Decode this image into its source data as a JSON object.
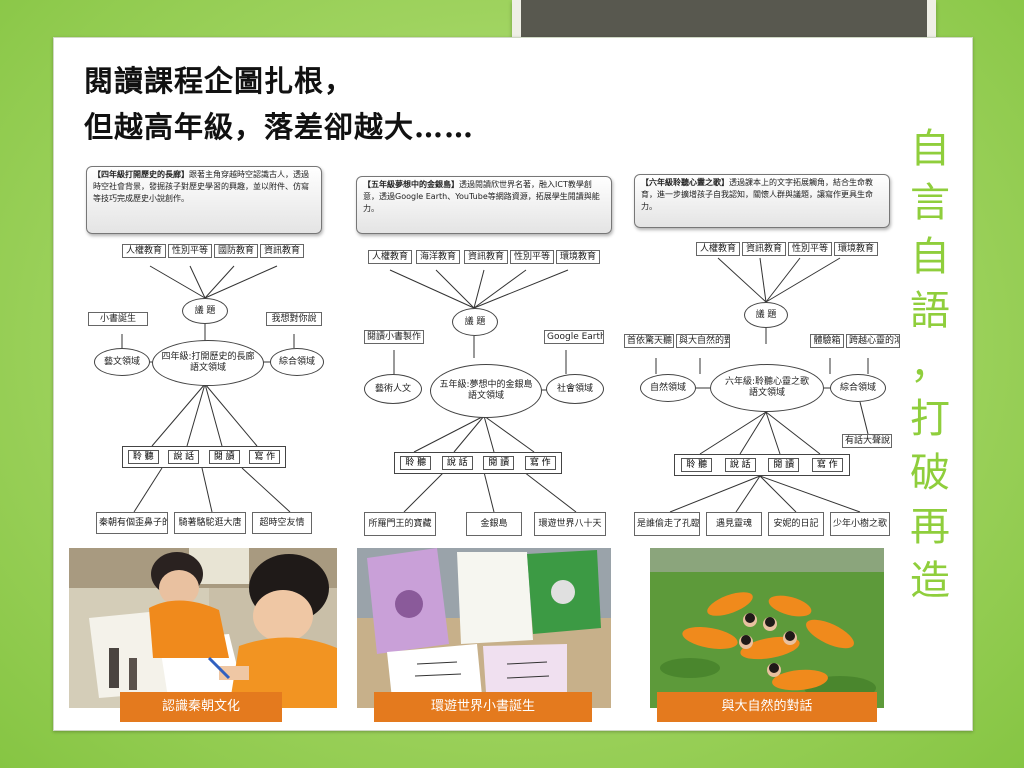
{
  "title_lines": [
    "閱讀課程企圖扎根，",
    "但越高年級，落差卻越大……"
  ],
  "side_text": [
    "自",
    "言",
    "自",
    "語",
    "，",
    "打",
    "破",
    "再",
    "造"
  ],
  "diagram1": {
    "desc_label": "【四年級打開歷史的長廊】",
    "desc_text": "跟著主角穿越時空認識古人，透過時空社會背景，發掘孩子對歷史學習的興趣，並以附件、仿寫等技巧完成歷史小說創作。",
    "issues": [
      "人權教育",
      "性別平等",
      "國防教育",
      "資訊教育"
    ],
    "center_top": "議 題",
    "left_box": "小書誕生",
    "right_box": "我想對你說",
    "left_ellipse": "藝文領域",
    "right_ellipse": "綜合領域",
    "center": "四年級:打開歷史的長廊\n語文領域",
    "skills": [
      "聆 聽",
      "說 話",
      "閱 讀",
      "寫 作"
    ],
    "outputs": [
      "秦朝有個歪鼻子的軍",
      "騎著駱駝逛大唐",
      "超時空友情"
    ]
  },
  "diagram2": {
    "desc_label": "【五年級夢想中的金銀島】",
    "desc_text": "透過閱讀欣世界名著，融入ICT教學創意，透過Google Earth、YouTube等網路資源，拓展學生閱讀與能力。",
    "issues": [
      "人權教育",
      "海洋教育",
      "資訊教育",
      "性別平等",
      "環境教育"
    ],
    "center_top": "議 題",
    "left_box": "閱讀小書製作",
    "right_box": "Google Earth",
    "left_ellipse": "藝術人文",
    "right_ellipse": "社會領域",
    "center": "五年級:夢想中的金銀島\n語文領域",
    "skills": [
      "聆 聽",
      "說 話",
      "閱 讀",
      "寫 作"
    ],
    "outputs": [
      "所羅門王的寶藏",
      "金銀島",
      "環遊世界八十天"
    ]
  },
  "diagram3": {
    "desc_label": "【六年級聆聽心靈之歌】",
    "desc_text": "透過課本上的文字拓展觸角，結合生命教育，進一步擴增孩子自我認知，關懷人群與議題，讓寫作更具生命力。",
    "issues": [
      "人權教育",
      "資訊教育",
      "性別平等",
      "環境教育"
    ],
    "center_top": "議 題",
    "left_boxes": [
      "首依驚天聽",
      "與大自然的對話"
    ],
    "right_boxes": [
      "體驗箱",
      "跨越心靈的鴻溝"
    ],
    "left_ellipse": "自然領域",
    "right_ellipse": "綜合領域",
    "right_extra": "有話大聲說",
    "center": "六年級:聆聽心靈之歌\n語文領域",
    "skills": [
      "聆 聽",
      "說 話",
      "閱 讀",
      "寫 作"
    ],
    "outputs": [
      "是誰偷走了孔臨",
      "遇見靈魂",
      "安妮的日記",
      "少年小樹之歌"
    ]
  },
  "captions": [
    "認識秦朝文化",
    "環遊世界小書誕生",
    "與大自然的對話"
  ],
  "colors": {
    "accent_green": "#8fce3c",
    "caption_orange": "#e47a1e"
  }
}
